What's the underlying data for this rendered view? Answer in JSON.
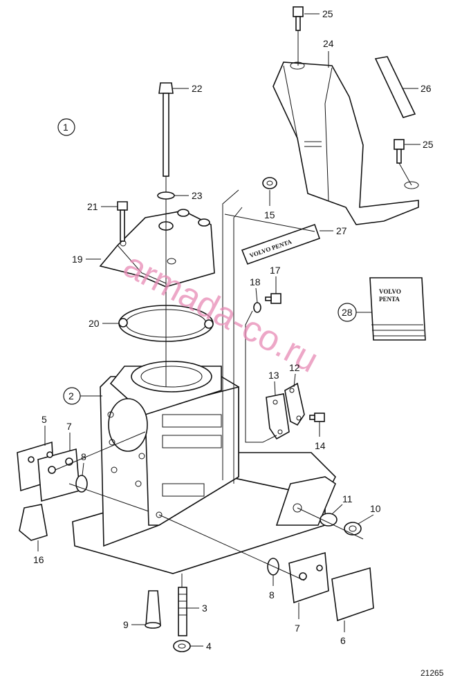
{
  "diagram": {
    "group_circle_label": "1",
    "housing_circle_label": "2",
    "kit_circle_label": "28",
    "callouts": {
      "c3": "3",
      "c4": "4",
      "c5": "5",
      "c6": "6",
      "c7a": "7",
      "c7b": "7",
      "c8a": "8",
      "c8b": "8",
      "c9": "9",
      "c10": "10",
      "c11": "11",
      "c12": "12",
      "c13": "13",
      "c14": "14",
      "c15": "15",
      "c16": "16",
      "c17": "17",
      "c18": "18",
      "c19": "19",
      "c20": "20",
      "c21": "21",
      "c22": "22",
      "c23": "23",
      "c24": "24",
      "c25a": "25",
      "c25b": "25",
      "c26": "26",
      "c27": "27"
    },
    "decal_text": "VOLVO PENTA",
    "kit_box_text_line1": "VOLVO",
    "kit_box_text_line2": "PENTA",
    "watermark": "armada-co.ru",
    "figure_number": "21265"
  }
}
